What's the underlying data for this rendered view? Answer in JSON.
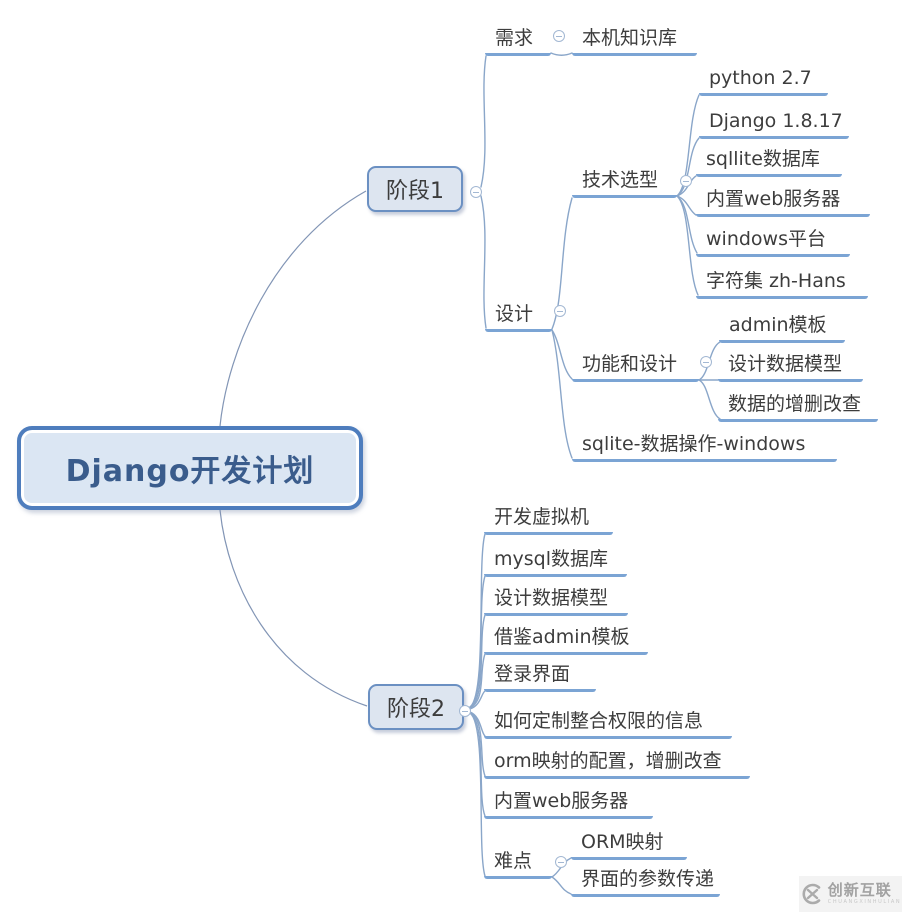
{
  "mindmap": {
    "root": {
      "label": "Django开发计划"
    },
    "branches": [
      {
        "label": "阶段1",
        "children": [
          {
            "label": "需求",
            "children": [
              {
                "label": "本机知识库"
              }
            ]
          },
          {
            "label": "设计",
            "children": [
              {
                "label": "技术选型",
                "children": [
                  {
                    "label": "python 2.7"
                  },
                  {
                    "label": "Django 1.8.17"
                  },
                  {
                    "label": "sqllite数据库"
                  },
                  {
                    "label": "内置web服务器"
                  },
                  {
                    "label": "windows平台"
                  },
                  {
                    "label": "字符集 zh-Hans"
                  }
                ]
              },
              {
                "label": "功能和设计",
                "children": [
                  {
                    "label": "admin模板"
                  },
                  {
                    "label": "设计数据模型"
                  },
                  {
                    "label": "数据的增删改查"
                  }
                ]
              },
              {
                "label": "sqlite-数据操作-windows"
              }
            ]
          }
        ]
      },
      {
        "label": "阶段2",
        "children": [
          {
            "label": "开发虚拟机"
          },
          {
            "label": "mysql数据库"
          },
          {
            "label": "设计数据模型"
          },
          {
            "label": "借鉴admin模板"
          },
          {
            "label": "登录界面"
          },
          {
            "label": "如何定制整合权限的信息"
          },
          {
            "label": "orm映射的配置，增删改查"
          },
          {
            "label": "内置web服务器"
          },
          {
            "label": "难点",
            "children": [
              {
                "label": "ORM映射"
              },
              {
                "label": "界面的参数传递"
              }
            ]
          }
        ]
      }
    ]
  },
  "watermark": {
    "name": "创新互联",
    "subtext": "CHUANGXINHULIAN"
  },
  "colors": {
    "underline": "#7ba4d4",
    "branch_line": "#8aa6c9",
    "root_link_line": "#8295b5",
    "node_fill": "#dde5f0",
    "node_border": "#6b90c2",
    "root_fill": "#dbe6f3",
    "root_border": "#4e7dbd",
    "root_text": "#3a5c8c",
    "topic_text": "#3d3d3d"
  }
}
